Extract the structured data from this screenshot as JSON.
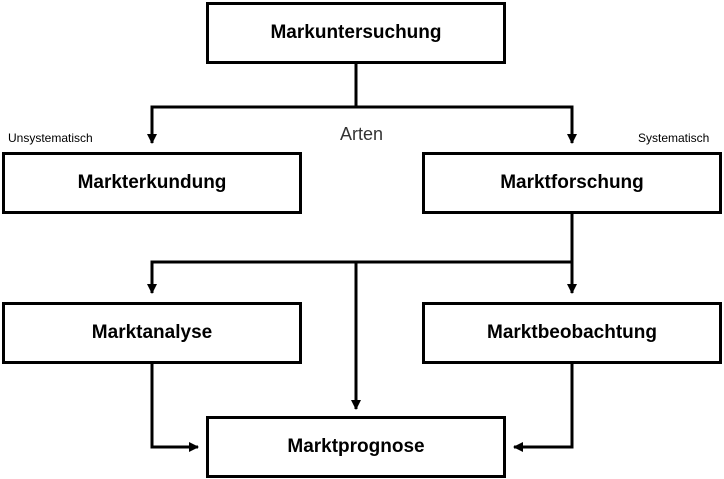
{
  "nodes": {
    "top": "Markuntersuchung",
    "left": "Markterkundung",
    "right": "Marktforschung",
    "analysis": "Marktanalyse",
    "observation": "Marktbeobachtung",
    "forecast": "Marktprognose"
  },
  "labels": {
    "kinds": "Arten",
    "unsystematic": "Unsystematisch",
    "systematic": "Systematisch"
  }
}
